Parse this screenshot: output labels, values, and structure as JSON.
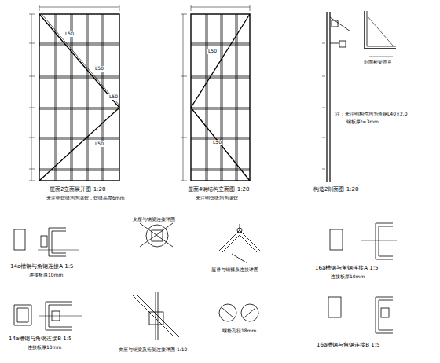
{
  "diagram": {
    "labels": [
      "屋面2立面展开图 1:20",
      "未注明焊缝均为满焊，焊缝高度6mm",
      "屋面4钢结构立面图 1:20",
      "未注明焊缝均为满焊",
      "构造2剖面图 1:20",
      "剖面桁架示意",
      "注：未注明构件均为角钢L40×2.0",
      "钢板厚t=3mm",
      "L50",
      "L50",
      "L50",
      "L50",
      "L50",
      "L50",
      "14a槽钢与角钢连接A 1:5",
      "连接板厚10mm",
      "支座与钢梁连接详图",
      "屋脊与钢檩条连接详图",
      "16a槽钢与角钢连接A 1:5",
      "连接板厚10mm",
      "14a槽钢与角钢连接B 1:5",
      "连接板厚10mm",
      "支座与钢梁及桁架连接详图 1:10",
      "螺栓孔径18mm",
      "16a槽钢与角钢连接B 1:5"
    ]
  }
}
